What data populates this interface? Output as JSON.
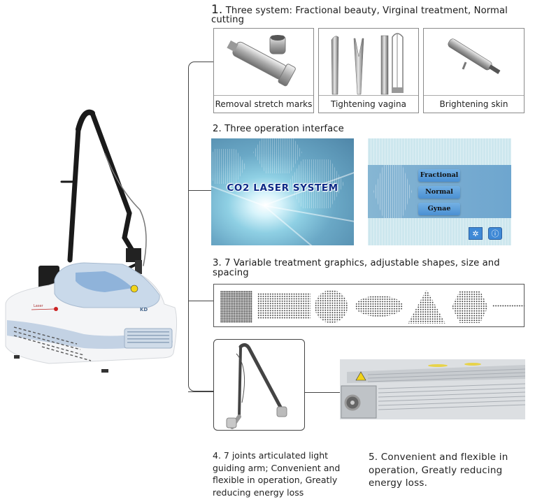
{
  "section1": {
    "number": "1.",
    "heading": "Three system: Fractional beauty, Virginal treatment, Normal cutting",
    "tiles": [
      {
        "caption": "Removal stretch marks",
        "icon": "fractional-handpiece-icon"
      },
      {
        "caption": "Tightening vagina",
        "icon": "vaginal-probes-icon"
      },
      {
        "caption": "Brightening skin",
        "icon": "cutting-handpiece-icon"
      }
    ]
  },
  "section2": {
    "heading": "2. Three operation interface",
    "splash_title": "CO2 LASER SYSTEM",
    "menu_buttons": [
      "Fractional",
      "Normal",
      "Gynae"
    ],
    "icon_buttons": [
      {
        "icon": "settings-icon",
        "glyph": "✲"
      },
      {
        "icon": "info-icon",
        "glyph": "ⓘ"
      }
    ]
  },
  "section3": {
    "heading": "3. 7 Variable treatment graphics, adjustable shapes, size and spacing",
    "shapes": [
      "square",
      "rectangle",
      "circle",
      "ellipse",
      "triangle",
      "hexagon",
      "line"
    ]
  },
  "section4": {
    "caption": "4. 7 joints articulated light guiding arm; Convenient and flexible in operation, Greatly reducing energy loss"
  },
  "section5": {
    "caption": "5.  Convenient and flexible in operation, Greatly reducing energy loss."
  },
  "machine": {
    "panel_label": "Laser",
    "brand": "KD"
  },
  "colors": {
    "line": "#444444",
    "screen_title": "#0d2a86",
    "menu_button": "#4a8fd3",
    "machine_blue": "#c7d6e6"
  }
}
